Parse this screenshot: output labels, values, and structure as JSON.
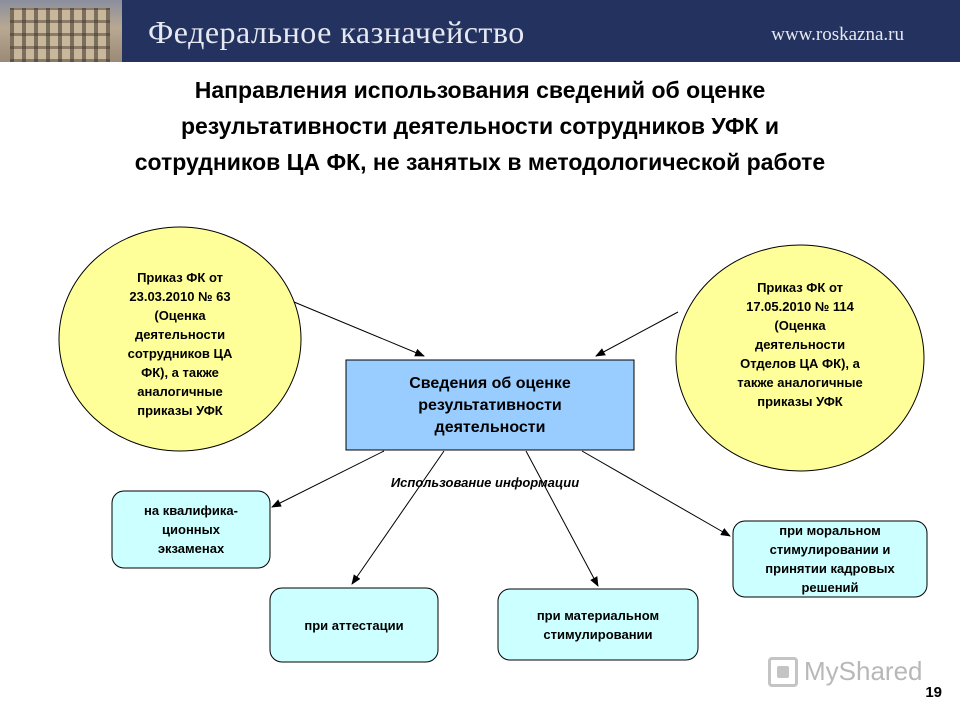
{
  "header": {
    "title": "Федеральное казначейство",
    "url": "www.roskazna.ru"
  },
  "title": "Направления использования сведений об оценке\nрезультативности деятельности сотрудников УФК и\nсотрудников ЦА ФК,  не занятых в методологической работе",
  "diagram": {
    "left_circle": "Приказ ФК от\n23.03.2010 № 63\n(Оценка\nдеятельности\nсотрудников ЦА\nФК), а также\nаналогичные\nприказы УФК",
    "right_circle": "Приказ ФК от\n17.05.2010 № 114\n(Оценка\nдеятельности\nОтделов ЦА ФК), а\nтакже аналогичные\nприказы УФК",
    "center": "Сведения об оценке\nрезультативности\nдеятельности",
    "usage_label": "Использование информации",
    "outputs": [
      "на квалифика-\nционных\nэкзаменах",
      "при аттестации",
      "при материальном\nстимулировании",
      "при моральном\nстимулировании и\nпринятии кадровых\nрешений"
    ],
    "colors": {
      "circle_fill": "#ffff99",
      "center_fill": "#99ccff",
      "box_fill": "#ccffff"
    }
  },
  "watermark": "MyShared",
  "page_number": "19"
}
